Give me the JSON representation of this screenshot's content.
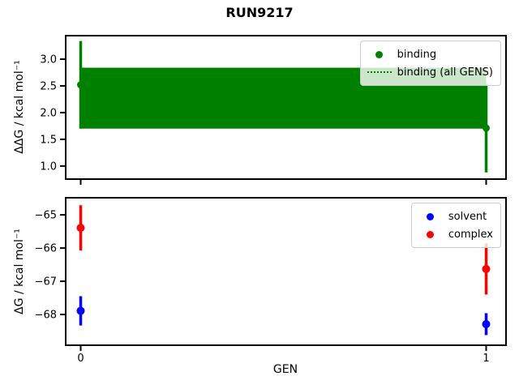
{
  "title": "RUN9217",
  "chart_data": [
    {
      "id": "binding-subplot",
      "type": "scatter",
      "ylabel": "ΔΔG / kcal mol⁻¹",
      "xlabel": "",
      "grid": false,
      "xlim": [
        -0.039,
        1.051
      ],
      "ylim": [
        0.74,
        3.455
      ],
      "yticks": [
        1.0,
        1.5,
        2.0,
        2.5,
        3.0
      ],
      "ytick_labels": [
        "1.0",
        "1.5",
        "2.0",
        "2.5",
        "3.0"
      ],
      "xticks": [
        0,
        1
      ],
      "xtick_labels": [
        "",
        ""
      ],
      "series": [
        {
          "name": "binding (all GENS)",
          "type": "band",
          "color": "#008000",
          "line_style": "dotted",
          "value": 2.27,
          "band": [
            1.7,
            2.84
          ],
          "band_x": [
            0,
            1
          ]
        },
        {
          "name": "binding",
          "type": "points",
          "color": "#008000",
          "x": [
            0,
            1
          ],
          "y": [
            2.52,
            1.71
          ],
          "yerr": [
            0.82,
            0.83
          ]
        }
      ],
      "legend": {
        "position": "upper right",
        "entries": [
          {
            "label": "binding",
            "marker": "dot",
            "color": "#008000"
          },
          {
            "label": "binding (all GENS)",
            "marker": "dotted-line",
            "color": "#008000"
          }
        ]
      }
    },
    {
      "id": "dg-subplot",
      "type": "scatter",
      "ylabel": "ΔG / kcal mol⁻¹",
      "xlabel": "GEN",
      "grid": false,
      "xlim": [
        -0.039,
        1.051
      ],
      "ylim": [
        -68.95,
        -64.46
      ],
      "yticks": [
        -68,
        -67,
        -66,
        -65
      ],
      "ytick_labels": [
        "−68",
        "−67",
        "−66",
        "−65"
      ],
      "xticks": [
        0,
        1
      ],
      "xtick_labels": [
        "0",
        "1"
      ],
      "series": [
        {
          "name": "solvent",
          "type": "points",
          "color": "#0000ff",
          "x": [
            0,
            1
          ],
          "y": [
            -67.89,
            -68.29
          ],
          "yerr": [
            0.44,
            0.33
          ]
        },
        {
          "name": "complex",
          "type": "points",
          "color": "#ff0000",
          "x": [
            0,
            1
          ],
          "y": [
            -65.39,
            -66.63
          ],
          "yerr": [
            0.68,
            0.77
          ]
        }
      ],
      "legend": {
        "position": "upper right",
        "entries": [
          {
            "label": "solvent",
            "marker": "dot",
            "color": "#0000ff"
          },
          {
            "label": "complex",
            "marker": "dot",
            "color": "#ff0000"
          }
        ]
      }
    }
  ]
}
